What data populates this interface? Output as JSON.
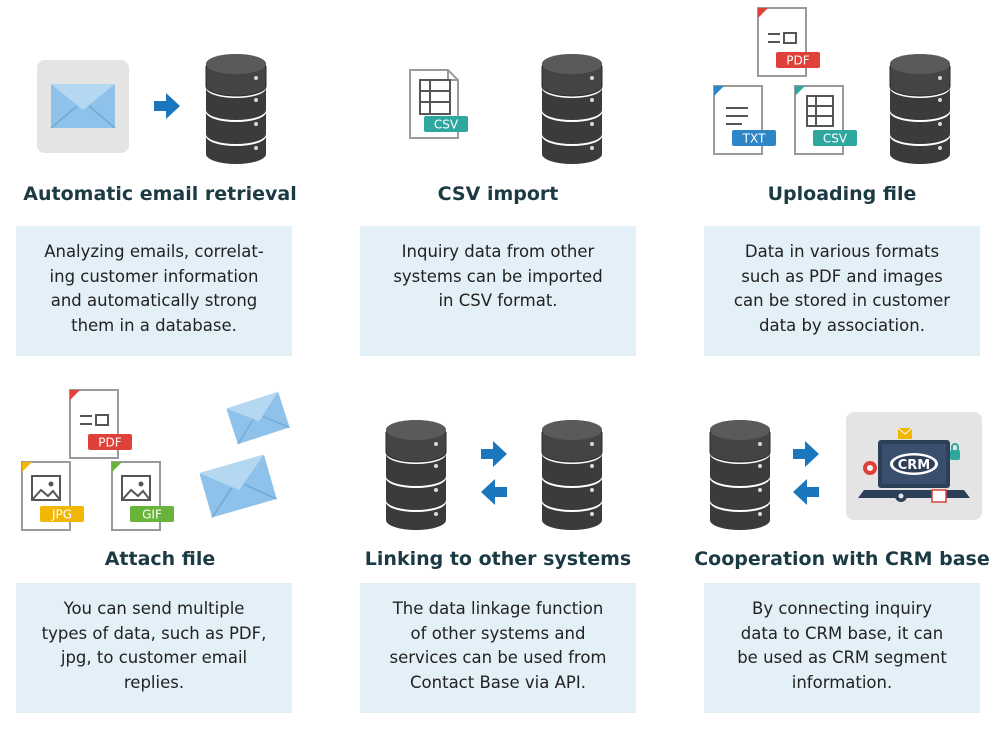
{
  "features": [
    {
      "title": "Automatic email retrieval",
      "lines": [
        "Analyzing emails, correlat-",
        "ing customer information",
        "and automatically strong",
        "them in a database."
      ]
    },
    {
      "title": "CSV import",
      "lines": [
        "Inquiry data from other",
        "systems can be imported",
        "in CSV format."
      ]
    },
    {
      "title": "Uploading file",
      "lines": [
        "Data in various formats",
        "such as PDF and images",
        "can be stored in customer",
        "data by association."
      ]
    },
    {
      "title": "Attach file",
      "lines": [
        "You can send multiple",
        "types of data, such as PDF,",
        "jpg, to customer email",
        "replies."
      ]
    },
    {
      "title": "Linking to other systems",
      "lines": [
        "The data linkage function",
        "of other systems and",
        "services can be used from",
        "Contact Base via API."
      ]
    },
    {
      "title": "Cooperation with CRM base",
      "lines": [
        "By connecting inquiry",
        "data to CRM base, it can",
        "be used as CRM segment",
        "information."
      ]
    }
  ],
  "badges": {
    "pdf": "PDF",
    "csv": "CSV",
    "txt": "TXT",
    "jpg": "JPG",
    "gif": "GIF",
    "crm": "CRM"
  },
  "colors": {
    "title": "#1b3a44",
    "panel": "#e3f0f7",
    "arrow": "#1a76bd",
    "pdf": "#e0403a",
    "csv": "#2ea79e",
    "txt": "#2e86c9",
    "jpg": "#f2b705",
    "gif": "#68b43a"
  }
}
